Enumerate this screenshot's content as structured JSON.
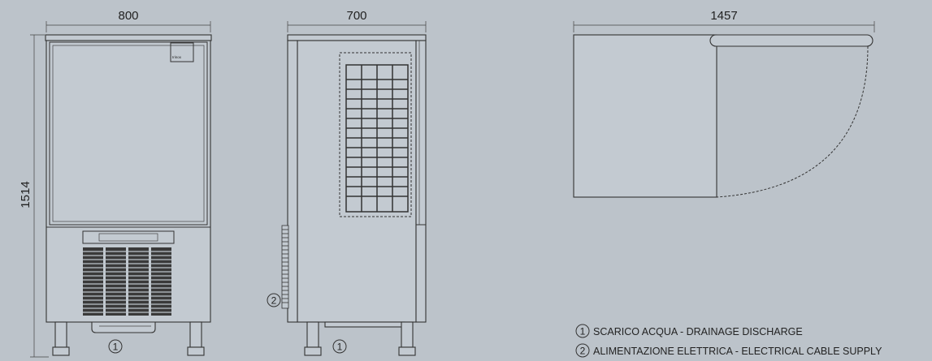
{
  "dimensions": {
    "front_width": "800",
    "side_depth": "700",
    "top_depth_door_open": "1457",
    "height": "1514"
  },
  "logo_text": "Irinox",
  "callouts": {
    "drain": "1",
    "power": "2"
  },
  "legend": [
    {
      "number": "1",
      "text": "SCARICO ACQUA - DRAINAGE DISCHARGE"
    },
    {
      "number": "2",
      "text": "ALIMENTAZIONE ELETTRICA - ELECTRICAL CABLE SUPPLY"
    }
  ]
}
